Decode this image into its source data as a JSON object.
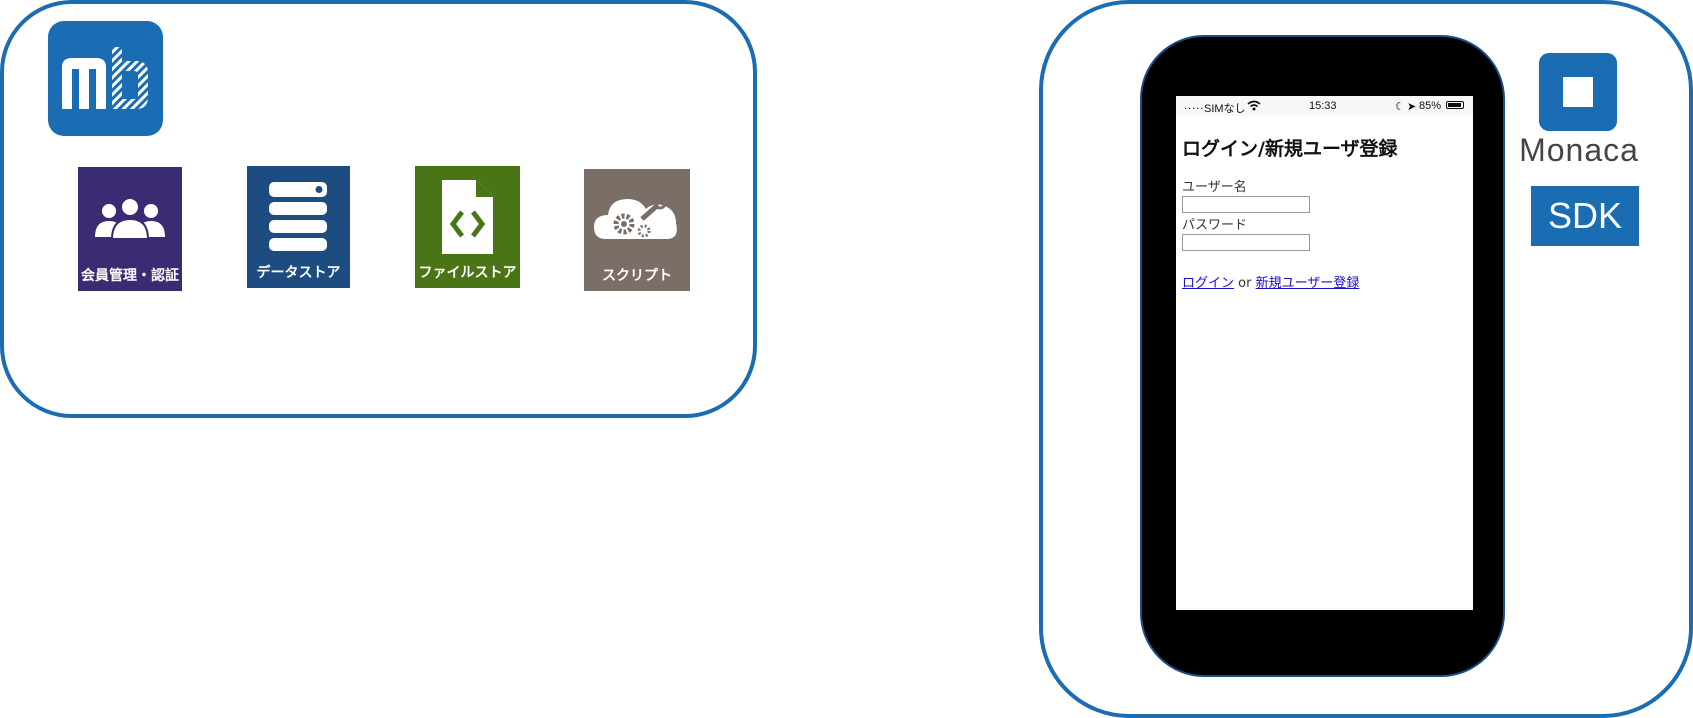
{
  "backend": {
    "services": [
      {
        "label": "会員管理・認証",
        "icon": "users-icon",
        "color": "#3b2b73"
      },
      {
        "label": "データストア",
        "icon": "database-icon",
        "color": "#1d4c80"
      },
      {
        "label": "ファイルストア",
        "icon": "file-code-icon",
        "color": "#4a7516"
      },
      {
        "label": "スクリプト",
        "icon": "cloud-gears-icon",
        "color": "#7b6e67"
      }
    ]
  },
  "phone": {
    "status_bar": {
      "carrier": "SIMなし",
      "time": "15:33",
      "battery": "85%",
      "signal_dots": "....."
    },
    "login": {
      "title": "ログイン/新規ユーザ登録",
      "username_label": "ユーザー名",
      "password_label": "パスワード",
      "login_link": "ログイン",
      "or_text": "or",
      "signup_link": "新規ユーザー登録"
    }
  },
  "sdk": {
    "brand": "Monaca",
    "badge": "SDK"
  },
  "colors": {
    "accent": "#1a6db3"
  }
}
